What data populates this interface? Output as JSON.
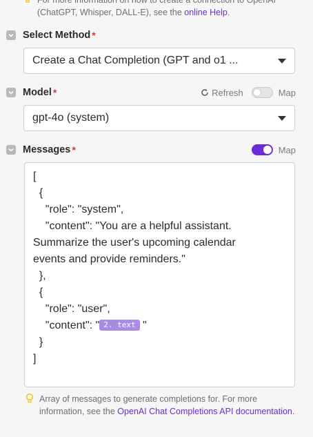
{
  "top_hint": {
    "text_prefix": "For more information on how to create a connection to OpenAI (ChatGPT, Whisper, DALL-E), see the ",
    "link_text": "online Help",
    "text_suffix": "."
  },
  "method": {
    "label": "Select Method",
    "required_mark": "*",
    "value": "Create a Chat Completion (GPT and o1 ..."
  },
  "model": {
    "label": "Model",
    "required_mark": "*",
    "refresh_label": "Refresh",
    "map_label": "Map",
    "map_enabled": false,
    "value": "gpt-4o (system)"
  },
  "messages": {
    "label": "Messages",
    "required_mark": "*",
    "map_label": "Map",
    "map_enabled": true,
    "lines": [
      "[",
      "  {",
      "    \"role\": \"system\",",
      "    \"content\": \"You are a helpful assistant.",
      "Summarize the user's upcoming calendar",
      "events and provide reminders.\"",
      "  },",
      "  {",
      "    \"role\": \"user\",",
      "    \"content\": \"",
      "  }",
      "]"
    ],
    "pill_text": "2. text",
    "after_pill": " \""
  },
  "bottom_hint": {
    "text_prefix": "Array of messages to generate completions for. For more information, see the ",
    "link_text": "OpenAI Chat Completions API documentation",
    "text_suffix": "."
  },
  "colors": {
    "accent": "#6d2bd9",
    "pill": "#a98be6",
    "required": "#d23a3a",
    "bulb": "#f0c419"
  }
}
